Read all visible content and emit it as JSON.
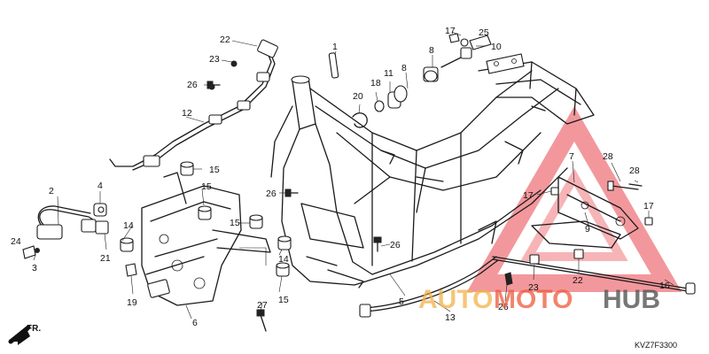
{
  "callouts": [
    {
      "id": "c1",
      "text": "1"
    },
    {
      "id": "c2",
      "text": "2"
    },
    {
      "id": "c3",
      "text": "3"
    },
    {
      "id": "c4",
      "text": "4"
    },
    {
      "id": "c5",
      "text": "5"
    },
    {
      "id": "c6",
      "text": "6"
    },
    {
      "id": "c7",
      "text": "7"
    },
    {
      "id": "c8a",
      "text": "8"
    },
    {
      "id": "c8b",
      "text": "8"
    },
    {
      "id": "c9",
      "text": "9"
    },
    {
      "id": "c10",
      "text": "10"
    },
    {
      "id": "c11",
      "text": "11"
    },
    {
      "id": "c12",
      "text": "12"
    },
    {
      "id": "c13",
      "text": "13"
    },
    {
      "id": "c14a",
      "text": "14"
    },
    {
      "id": "c14b",
      "text": "14"
    },
    {
      "id": "c15a",
      "text": "15"
    },
    {
      "id": "c15b",
      "text": "15"
    },
    {
      "id": "c15c",
      "text": "15"
    },
    {
      "id": "c15d",
      "text": "15"
    },
    {
      "id": "c16",
      "text": "16"
    },
    {
      "id": "c17a",
      "text": "17"
    },
    {
      "id": "c17b",
      "text": "17"
    },
    {
      "id": "c17c",
      "text": "17"
    },
    {
      "id": "c18",
      "text": "18"
    },
    {
      "id": "c19",
      "text": "19"
    },
    {
      "id": "c20",
      "text": "20"
    },
    {
      "id": "c21",
      "text": "21"
    },
    {
      "id": "c22a",
      "text": "22"
    },
    {
      "id": "c22b",
      "text": "22"
    },
    {
      "id": "c23a",
      "text": "23"
    },
    {
      "id": "c23b",
      "text": "23"
    },
    {
      "id": "c24",
      "text": "24"
    },
    {
      "id": "c25",
      "text": "25"
    },
    {
      "id": "c26a",
      "text": "26"
    },
    {
      "id": "c26b",
      "text": "26"
    },
    {
      "id": "c26c",
      "text": "26"
    },
    {
      "id": "c26d",
      "text": "26"
    },
    {
      "id": "c27",
      "text": "27"
    },
    {
      "id": "c28a",
      "text": "28"
    },
    {
      "id": "c28b",
      "text": "28"
    }
  ],
  "direction_label": "FR.",
  "diagram_code": "KVZ7F3300",
  "watermark": {
    "part1": "AUTO",
    "part2": "MOTO",
    "part3": "HUB",
    "colors": {
      "auto": "#f2b24a",
      "moto": "#ee5a3c",
      "hub": "#555555",
      "triangle": "#e8434a"
    }
  }
}
